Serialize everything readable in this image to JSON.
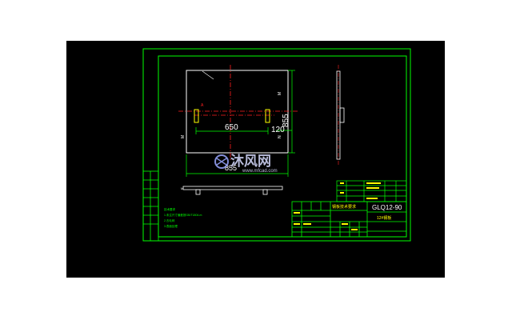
{
  "drawing": {
    "dimensions": {
      "width_top": "650",
      "offset": "120",
      "height_side": "855",
      "width_bottom": "855"
    },
    "view_marks": {
      "a": "A",
      "m1": "M",
      "m2": "M",
      "n": "N",
      "m_bottom": "M"
    },
    "title_block": {
      "part_number": "GLQ12-90",
      "part_name": "12#钢板",
      "drawing_name": "钢板技术要求"
    },
    "notes": [
      "技术要求",
      "1.未注尺寸偏差按GB/T1804-m",
      "2.去毛刺",
      "3.表面处理"
    ]
  },
  "watermark": {
    "brand_cn": "沐风网",
    "url": "www.mfcad.com"
  },
  "colors": {
    "frame": "#00ff00",
    "part": "#ffffff",
    "center": "#ff2020",
    "dim": "#00ff00",
    "accent": "#ffff00"
  }
}
